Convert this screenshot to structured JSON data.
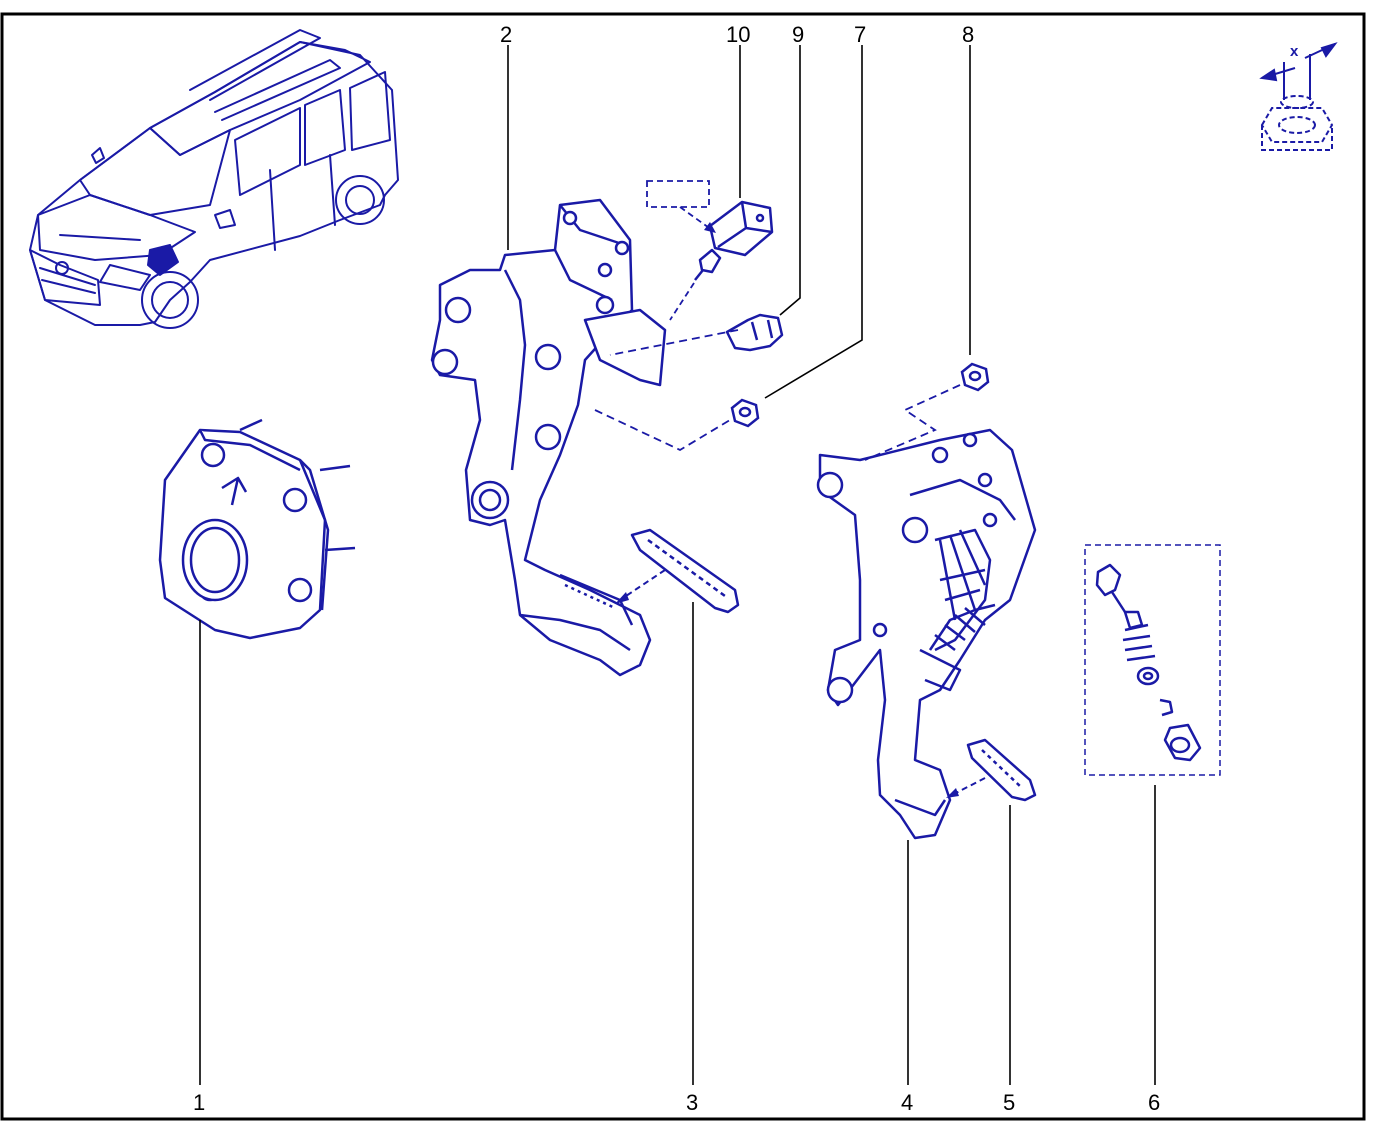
{
  "diagram": {
    "callouts": [
      {
        "id": "1",
        "label": "1"
      },
      {
        "id": "2",
        "label": "2"
      },
      {
        "id": "3",
        "label": "3"
      },
      {
        "id": "4",
        "label": "4"
      },
      {
        "id": "5",
        "label": "5"
      },
      {
        "id": "6",
        "label": "6"
      },
      {
        "id": "7",
        "label": "7"
      },
      {
        "id": "8",
        "label": "8"
      },
      {
        "id": "9",
        "label": "9"
      },
      {
        "id": "10",
        "label": "10"
      }
    ],
    "tightening_symbol_label": "x",
    "colors": {
      "parts": "#1a1aa6",
      "leaders": "#000000",
      "border": "#000000",
      "background": "#ffffff"
    },
    "icons": [
      "vehicle-illustration",
      "tightening-torque-icon"
    ]
  }
}
